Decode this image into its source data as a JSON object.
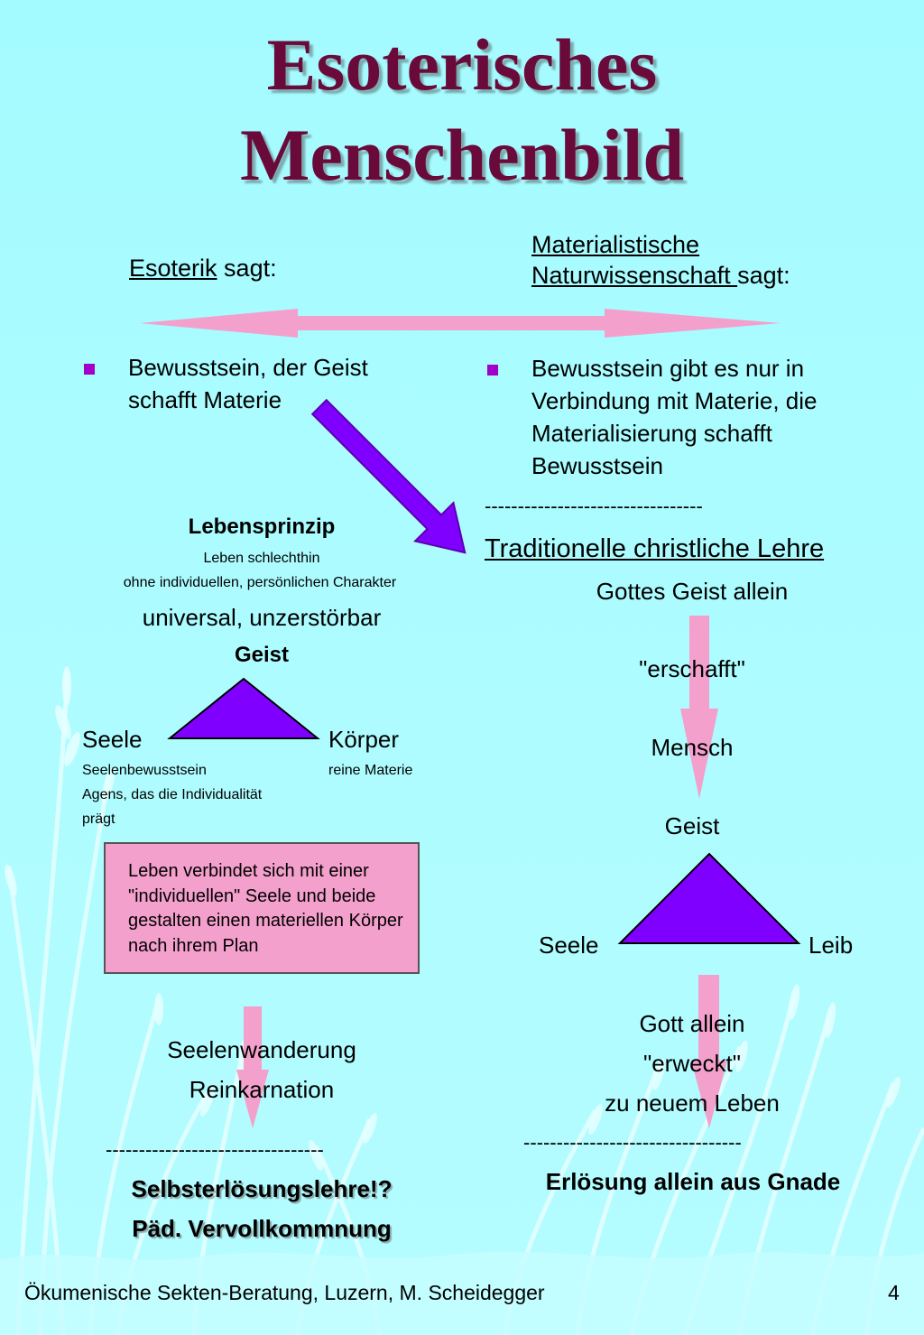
{
  "title": {
    "line1": "Esoterisches",
    "line2": "Menschenbild"
  },
  "left": {
    "heading_underlined": "Esoterik",
    "heading_rest": " sagt:",
    "bullet_line1": "Bewusstsein, der Geist",
    "bullet_line2": "schafft Materie",
    "principle_title": "Lebensprinzip",
    "principle_line1": "Leben schlechthin",
    "principle_line2": "ohne individuellen, persönlichen Charakter",
    "principle_line3": "universal, unzerstörbar",
    "geist": "Geist",
    "seele": "Seele",
    "koerper": "Körper",
    "seele_desc1": "Seelenbewusstsein",
    "seele_desc2": "Agens, das die Individualität",
    "seele_desc3": "prägt",
    "koerper_desc": "reine Materie",
    "box_line1": "Leben verbindet sich mit einer",
    "box_line2": "\"individuellen\" Seele und beide",
    "box_line3": "gestalten einen materiellen Körper",
    "box_line4": "nach ihrem Plan",
    "result1": "Seelenwanderung",
    "result2": "Reinkarnation",
    "divider": "---------------------------------",
    "conclusion1": "Selbsterlösungslehre!?",
    "conclusion2": "Päd. Vervollkommnung"
  },
  "right": {
    "heading_line1": "Materialistische",
    "heading_line2_underlined": "Naturwissenschaft ",
    "heading_line2_rest": "sagt:",
    "bullet_line1": "Bewusstsein gibt es nur in",
    "bullet_line2": "Verbindung mit Materie, die",
    "bullet_line3": "Materialisierung schafft",
    "bullet_line4": "Bewusstsein",
    "divider1": "---------------------------------",
    "tradition_heading": "Traditionelle christliche Lehre",
    "gottes_geist": "Gottes Geist allein",
    "erschafft": "\"erschafft\"",
    "mensch": "Mensch",
    "geist": "Geist",
    "seele": "Seele",
    "leib": "Leib",
    "gott_allein": "Gott allein",
    "erweckt": "\"erweckt\"",
    "neues_leben": "zu neuem Leben",
    "divider2": "---------------------------------",
    "conclusion": "Erlösung allein aus Gnade"
  },
  "footer": {
    "text": "Ökumenische Sekten-Beratung, Luzern, M. Scheidegger",
    "page": "4"
  },
  "colors": {
    "background": "#a8fcff",
    "title": "#6a0a3a",
    "pink_arrow": "#f4a0cc",
    "violet": "#8000ff",
    "bullet": "#a000c8",
    "box_fill": "#f4a0cc",
    "grass": "#e6ffff"
  }
}
